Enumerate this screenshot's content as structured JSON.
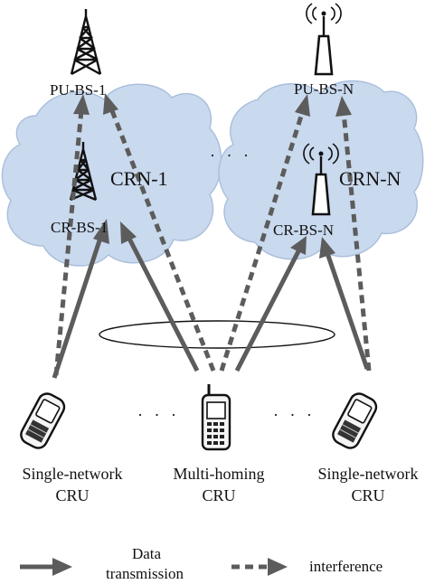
{
  "labels": {
    "pu_bs_1": "PU-BS-1",
    "pu_bs_n": "PU-BS-N",
    "crn_1": "CRN-1",
    "crn_n": "CRN-N",
    "cr_bs_1": "CR-BS-1",
    "cr_bs_n": "CR-BS-N",
    "cru_left_line1": "Single-network",
    "cru_left_line2": "CRU",
    "cru_mid_line1": "Multi-homing",
    "cru_mid_line2": "CRU",
    "cru_right_line1": "Single-network",
    "cru_right_line2": "CRU",
    "ellipsis": "· · ·"
  },
  "legend": {
    "data_transmission_line1": "Data",
    "data_transmission_line2": "transmission",
    "interference": "interference"
  },
  "colors": {
    "arrow": "#5c5c5c",
    "cloud_fill": "#c9d9ee",
    "cloud_stroke": "#a9bedb"
  },
  "icons": [
    "lattice-tower-icon",
    "antenna-base-station-icon",
    "mobile-phone-icon"
  ]
}
